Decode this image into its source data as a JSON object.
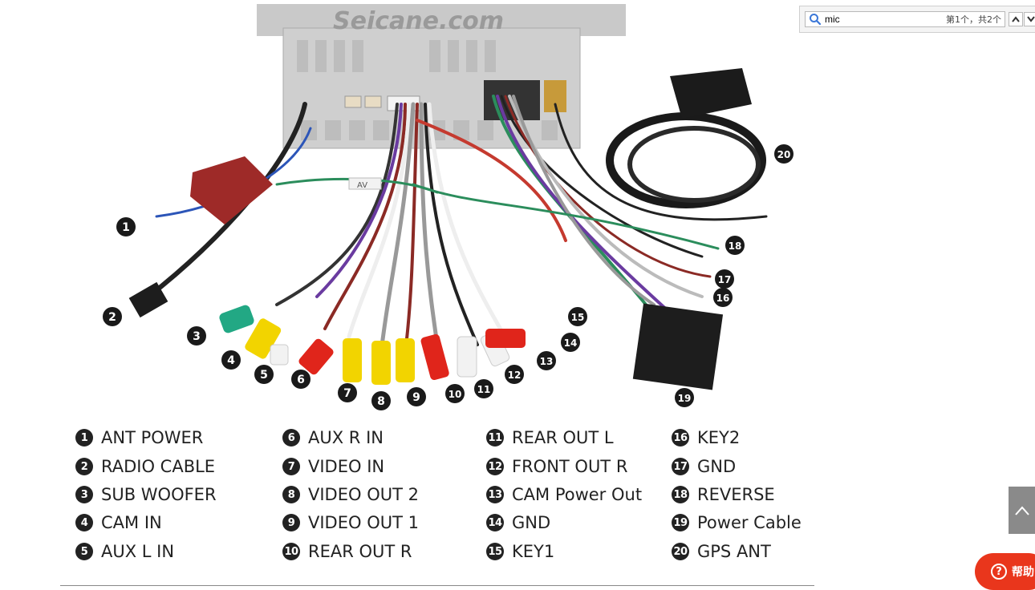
{
  "photo": {
    "watermark": "Seicane.com",
    "connector_tag": "AV"
  },
  "callouts": [
    "1",
    "2",
    "3",
    "4",
    "5",
    "6",
    "7",
    "8",
    "9",
    "10",
    "11",
    "12",
    "13",
    "14",
    "15",
    "16",
    "17",
    "18",
    "19",
    "20"
  ],
  "legend": [
    {
      "num": "1",
      "label": "ANT POWER"
    },
    {
      "num": "2",
      "label": "RADIO CABLE"
    },
    {
      "num": "3",
      "label": "SUB WOOFER"
    },
    {
      "num": "4",
      "label": "CAM IN"
    },
    {
      "num": "5",
      "label": "AUX L IN"
    },
    {
      "num": "6",
      "label": "AUX R IN"
    },
    {
      "num": "7",
      "label": "VIDEO IN"
    },
    {
      "num": "8",
      "label": "VIDEO OUT 2"
    },
    {
      "num": "9",
      "label": "VIDEO OUT 1"
    },
    {
      "num": "10",
      "label": "REAR OUT R"
    },
    {
      "num": "11",
      "label": "REAR OUT L"
    },
    {
      "num": "12",
      "label": "FRONT OUT R"
    },
    {
      "num": "13",
      "label": "CAM Power Out"
    },
    {
      "num": "14",
      "label": "GND"
    },
    {
      "num": "15",
      "label": "KEY1"
    },
    {
      "num": "16",
      "label": "KEY2"
    },
    {
      "num": "17",
      "label": "GND"
    },
    {
      "num": "18",
      "label": "REVERSE"
    },
    {
      "num": "19",
      "label": "Power Cable"
    },
    {
      "num": "20",
      "label": "GPS ANT"
    }
  ],
  "findbar": {
    "query": "mic",
    "count_text": "第1个，共2个",
    "prev_icon": "chevron-up-icon",
    "next_icon": "chevron-down-icon"
  },
  "widgets": {
    "help_label": "帮助",
    "help_icon": "question-icon",
    "scroll_top_icon": "caret-up-icon"
  },
  "colors": {
    "find_accent": "#3c78d8",
    "help_bg": "#e9361c",
    "scroll_top_bg": "#8a8a8a"
  }
}
